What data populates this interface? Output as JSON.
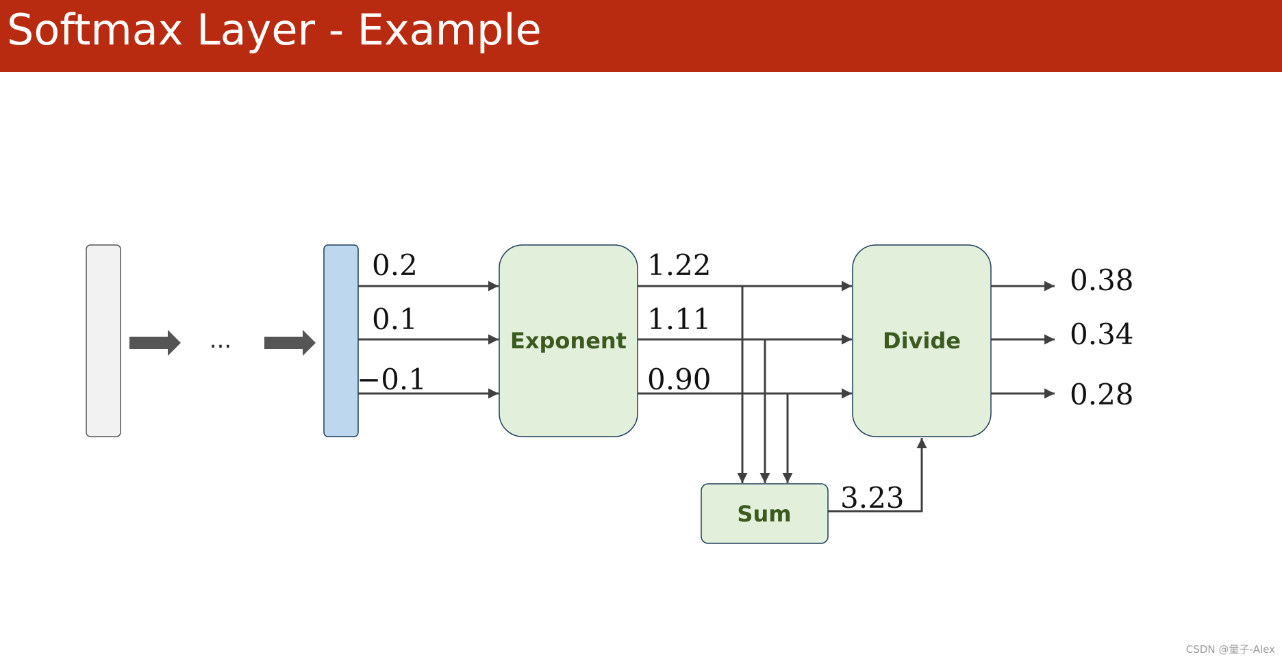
{
  "title": "Softmax Layer - Example",
  "boxes": {
    "exponent": "Exponent",
    "divide": "Divide",
    "sum": "Sum"
  },
  "ellipsis": "...",
  "inputs": [
    "0.2",
    "0.1",
    "−0.1"
  ],
  "exponents": [
    "1.22",
    "1.11",
    "0.90"
  ],
  "sum_value": "3.23",
  "outputs": [
    "0.38",
    "0.34",
    "0.28"
  ],
  "watermark": "CSDN @量子-Alex",
  "colors": {
    "title_bar": "#b82b10",
    "box_fill": "#e2efda",
    "box_stroke": "#1f3d5c",
    "input_layer_fill": "#bdd7ee",
    "hidden_layer_fill": "#f2f2f2",
    "arrow": "#404040"
  }
}
